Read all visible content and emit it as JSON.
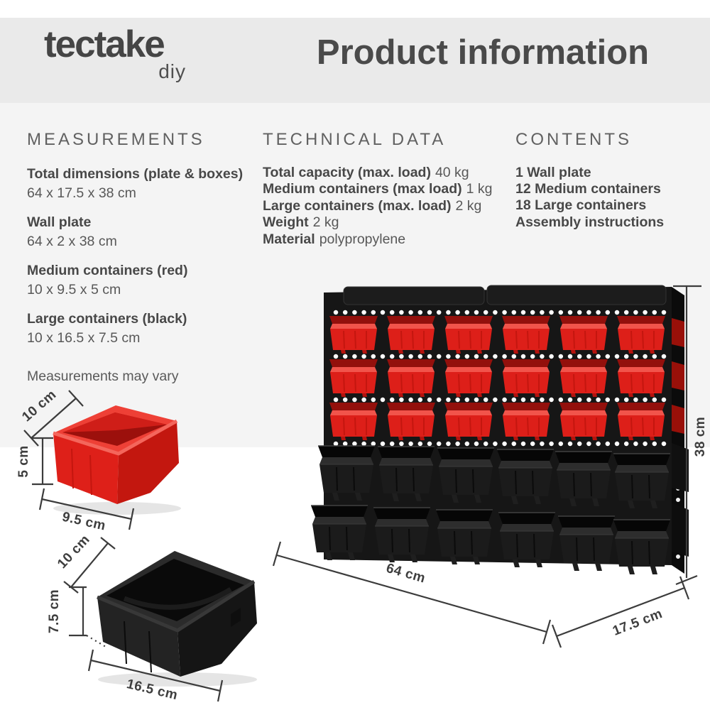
{
  "brand": {
    "name": "tectake",
    "sub": "diy"
  },
  "header": {
    "title": "Product information"
  },
  "sections": {
    "measurements": {
      "heading": "MEASUREMENTS",
      "items": [
        {
          "label": "Total dimensions (plate & boxes)",
          "value": "64 x 17.5 x 38 cm"
        },
        {
          "label": "Wall plate",
          "value": "64 x 2 x 38 cm"
        },
        {
          "label": "Medium containers (red)",
          "value": "10 x 9.5 x 5 cm"
        },
        {
          "label": "Large containers (black)",
          "value": "10 x 16.5 x 7.5 cm"
        }
      ],
      "note": "Measurements may vary"
    },
    "technical": {
      "heading": "TECHNICAL DATA",
      "items": [
        {
          "label": "Total capacity (max. load)",
          "value": "40 kg"
        },
        {
          "label": "Medium containers (max load)",
          "value": "1 kg"
        },
        {
          "label": "Large containers (max. load)",
          "value": "2 kg"
        },
        {
          "label": "Weight",
          "value": "2 kg"
        },
        {
          "label": "Material",
          "value": "polypropylene"
        }
      ]
    },
    "contents": {
      "heading": "CONTENTS",
      "items": [
        "1 Wall plate",
        "12 Medium containers",
        "18 Large containers",
        "Assembly instructions"
      ]
    }
  },
  "diagrams": {
    "wall_unit": {
      "height_label": "38 cm",
      "width_label": "64 cm",
      "depth_label": "17.5 cm"
    },
    "medium_bin": {
      "depth_label": "10 cm",
      "height_label": "5 cm",
      "width_label": "9.5 cm"
    },
    "large_bin": {
      "depth_label": "10 cm",
      "height_label": "7.5 cm",
      "width_label": "16.5 cm"
    }
  },
  "colors": {
    "header_band": "#eaeaea",
    "content_band": "#f4f4f4",
    "bin_red": "#dd1f19",
    "bin_black": "#1b1b1b",
    "text_dark": "#484848",
    "text_mid": "#585858",
    "dimension_lines": "#3c3c3c"
  }
}
